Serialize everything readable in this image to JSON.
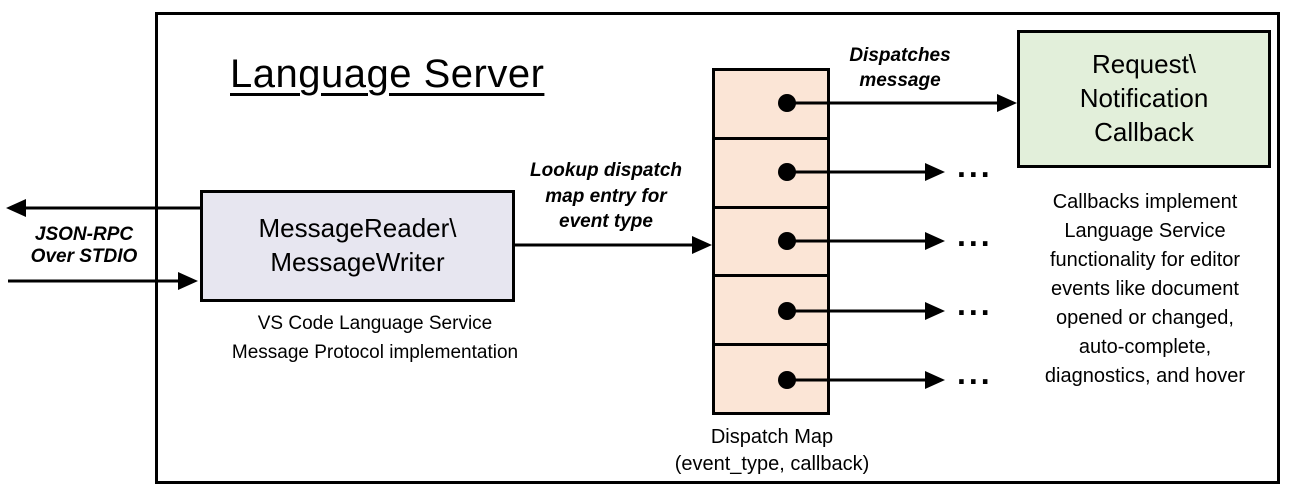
{
  "title": "Language Server",
  "io": {
    "label": "JSON-RPC\nOver STDIO"
  },
  "message_module": {
    "box_label": "MessageReader\\\nMessageWriter",
    "caption": "VS Code Language Service\nMessage Protocol implementation"
  },
  "lookup_label": "Lookup dispatch\nmap entry for\nevent type",
  "dispatch_map": {
    "label": "Dispatch Map\n(event_type, callback)",
    "row_count": 5
  },
  "dispatches_label": "Dispatches\nmessage",
  "callback": {
    "box_label": "Request\\\nNotification\nCallback",
    "description": "Callbacks implement\nLanguage Service\nfunctionality for editor\nevents like document\nopened or changed,\nauto-complete,\ndiagnostics, and hover",
    "ellipsis": "..."
  },
  "colors": {
    "message_box_fill": "#e7e6f0",
    "dispatch_cell_fill": "#fbe5d6",
    "callback_box_fill": "#e2efda",
    "border": "#000000"
  }
}
